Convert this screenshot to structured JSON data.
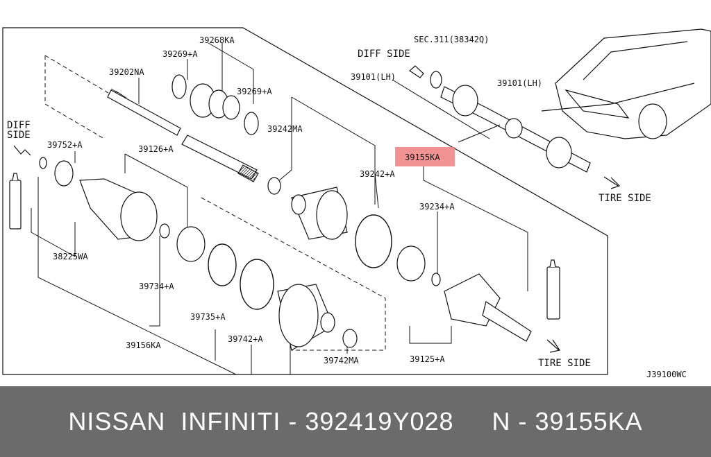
{
  "diagram": {
    "labels": {
      "p39268KA": "39268KA",
      "p39269A_1": "39269+A",
      "p39269A_2": "39269+A",
      "p39202NA": "39202NA",
      "p39101LH_top": "39101(LH)",
      "p39242MA": "39242MA",
      "p39752A": "39752+A",
      "p39126A": "39126+A",
      "p39242A": "39242+A",
      "p39155KA": "39155KA",
      "p39234A": "39234+A",
      "p38225WA": "38225WA",
      "p39734A": "39734+A",
      "p39735A": "39735+A",
      "p39742A": "39742+A",
      "p39742MA": "39742MA",
      "p39156KA": "39156KA",
      "p39125A": "39125+A",
      "p39101LH_inset": "39101(LH)",
      "sec311": "SEC.311(38342Q)",
      "diff_side_inset": "DIFF SIDE",
      "diff_side_left_1": "DIFF",
      "diff_side_left_2": "SIDE",
      "tire_side_inset": "TIRE SIDE",
      "tire_side_bottom": "TIRE SIDE",
      "diagram_code": "J39100WC"
    },
    "highlight_color": "#f08080"
  },
  "footer": {
    "text": "NISSAN  INFINITI - 392419Y028     N - 39155KA",
    "background": "#6b6b6b"
  }
}
